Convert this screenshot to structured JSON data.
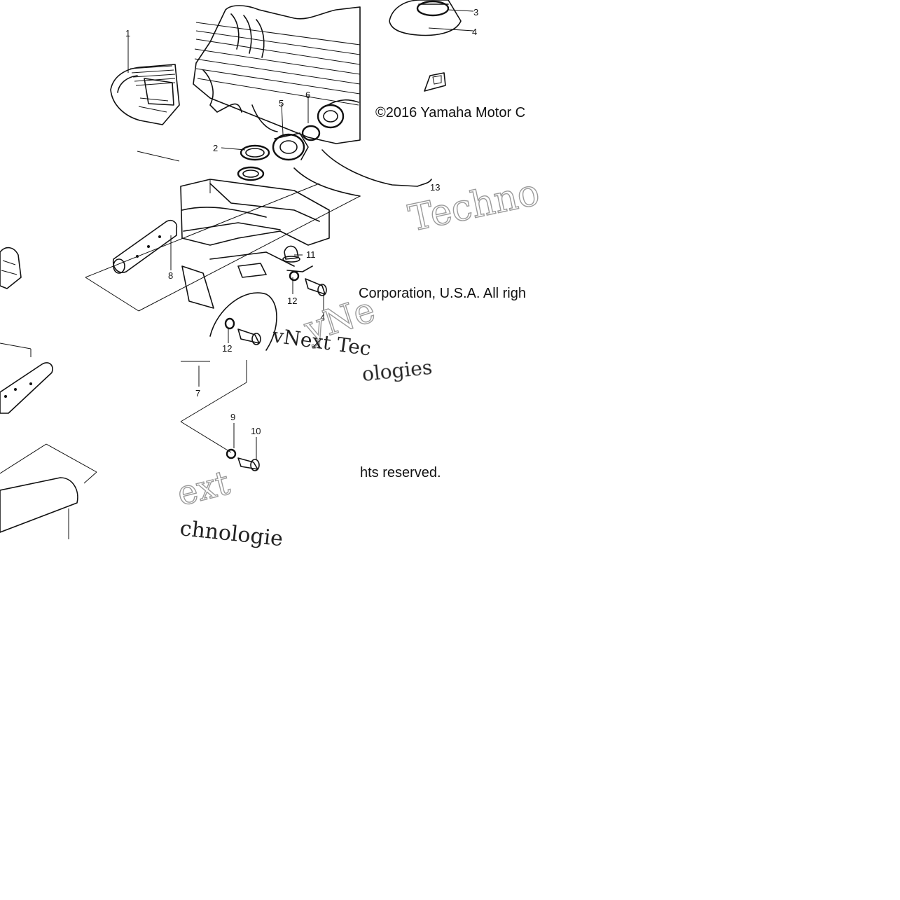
{
  "diagram": {
    "callouts": [
      {
        "id": "c1",
        "text": "1"
      },
      {
        "id": "c2",
        "text": "2"
      },
      {
        "id": "c3",
        "text": "3"
      },
      {
        "id": "c4",
        "text": "4"
      },
      {
        "id": "c5",
        "text": "5"
      },
      {
        "id": "c6",
        "text": "6"
      },
      {
        "id": "c7",
        "text": "7"
      },
      {
        "id": "c8",
        "text": "8"
      },
      {
        "id": "c9",
        "text": "9"
      },
      {
        "id": "c10",
        "text": "10"
      },
      {
        "id": "c11",
        "text": "11"
      },
      {
        "id": "c12a",
        "text": "12"
      },
      {
        "id": "c12b",
        "text": "12"
      },
      {
        "id": "c13",
        "text": "13"
      },
      {
        "id": "c4b",
        "text": "4"
      }
    ],
    "copyright_line1": "©2016 Yamaha Motor C",
    "copyright_line2": "Corporation, U.S.A. All righ",
    "copyright_line3": "hts reserved.",
    "watermark": {
      "w1": "Techno",
      "w2": "yNe",
      "w3": "vNext Tec",
      "w4": "ologies",
      "w5": "ext",
      "w6": "chnologie"
    }
  }
}
